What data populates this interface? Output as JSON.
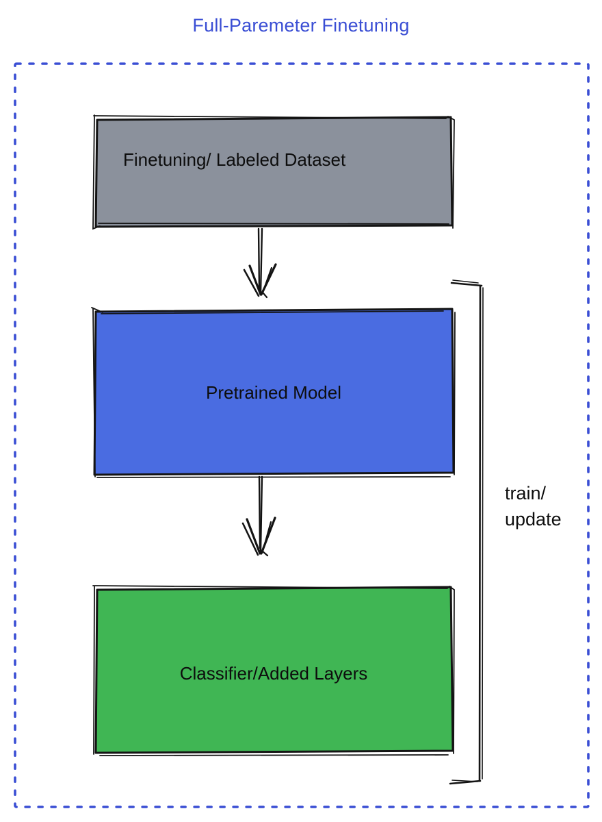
{
  "title": "Full-Paremeter Finetuning",
  "boxes": {
    "dataset": {
      "label": "Finetuning/ Labeled Dataset",
      "fill": "#8b919c"
    },
    "pretrained": {
      "label": "Pretrained Model",
      "fill": "#4a6ce1"
    },
    "classifier": {
      "label": "Classifier/Added Layers",
      "fill": "#40b654"
    }
  },
  "bracket": {
    "line1": "train/",
    "line2": "update"
  },
  "colors": {
    "accent_blue": "#3a4ed4",
    "stroke_black": "#141414",
    "background": "#ffffff"
  }
}
